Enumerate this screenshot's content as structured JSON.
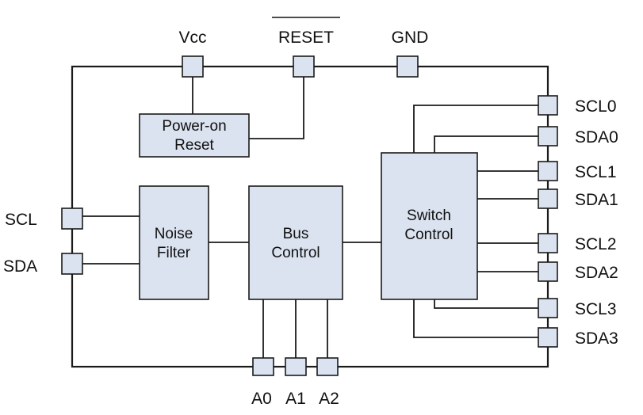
{
  "top_pins": {
    "vcc": "Vcc",
    "reset": "RESET",
    "gnd": "GND"
  },
  "left_pins": {
    "scl": "SCL",
    "sda": "SDA"
  },
  "bottom_pins": {
    "a0": "A0",
    "a1": "A1",
    "a2": "A2"
  },
  "right_pins": [
    "SCL0",
    "SDA0",
    "SCL1",
    "SDA1",
    "SCL2",
    "SDA2",
    "SCL3",
    "SDA3"
  ],
  "blocks": {
    "power_on_reset": [
      "Power-on",
      "Reset"
    ],
    "noise_filter": [
      "Noise",
      "Filter"
    ],
    "bus_control": [
      "Bus",
      "Control"
    ],
    "switch_control": [
      "Switch",
      "Control"
    ]
  },
  "colors": {
    "block_fill": "#dbe3f0",
    "line": "#1a1a1a"
  }
}
